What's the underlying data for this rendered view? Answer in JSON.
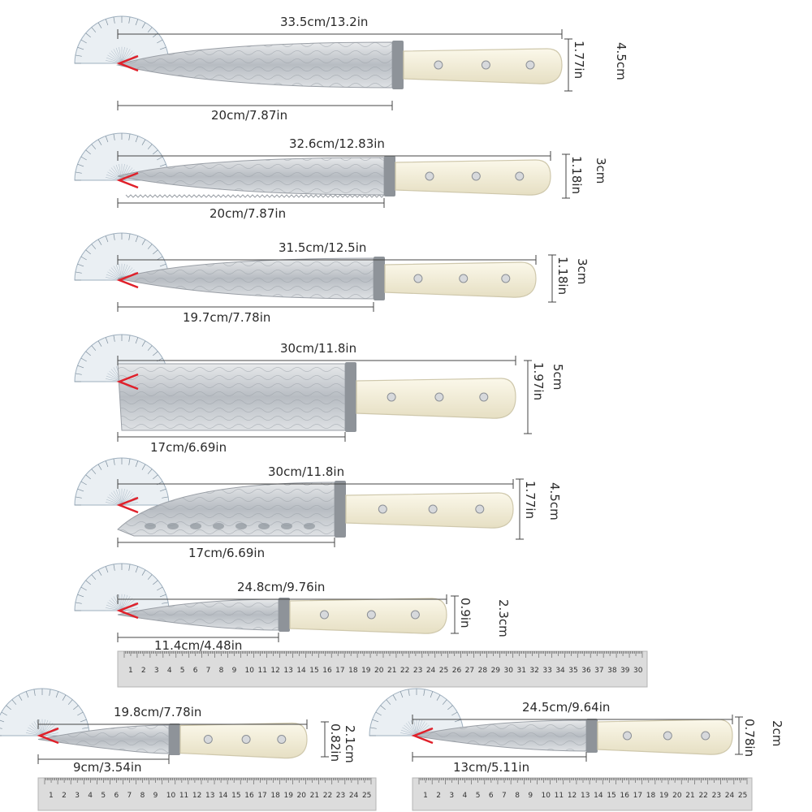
{
  "colors": {
    "blade": "#c9ccd0",
    "blade_dark": "#9a9fa6",
    "handle": "#f3efdc",
    "handle_edge": "#cfc8ac",
    "bolster": "#8e9399",
    "protractor": "#d9e2ea",
    "angle_mark": "#e0202a",
    "ruler": "#dcdcdc"
  },
  "knives": [
    {
      "id": "chef",
      "total": "33.5cm/13.2in",
      "blade": "20cm/7.87in",
      "width_cm": "4.5cm",
      "width_in": "1.77in",
      "style": "chef"
    },
    {
      "id": "bread",
      "total": "32.6cm/12.83in",
      "blade": "20cm/7.87in",
      "width_cm": "3cm",
      "width_in": "1.18in",
      "style": "bread"
    },
    {
      "id": "slicer",
      "total": "31.5cm/12.5in",
      "blade": "19.7cm/7.78in",
      "width_cm": "3cm",
      "width_in": "1.18in",
      "style": "slicer"
    },
    {
      "id": "cleaver",
      "total": "30cm/11.8in",
      "blade": "17cm/6.69in",
      "width_cm": "5cm",
      "width_in": "1.97in",
      "style": "cleaver"
    },
    {
      "id": "santoku",
      "total": "30cm/11.8in",
      "blade": "17cm/6.69in",
      "width_cm": "4.5cm",
      "width_in": "1.77in",
      "style": "santoku"
    },
    {
      "id": "boning",
      "total": "24.8cm/9.76in",
      "blade": "11.4cm/4.48in",
      "width_cm": "2.3cm",
      "width_in": "0.9in",
      "style": "boning"
    },
    {
      "id": "paring",
      "total": "19.8cm/7.78in",
      "blade": "9cm/3.54in",
      "width_cm": "2.1cm",
      "width_in": "0.82in",
      "style": "paring"
    },
    {
      "id": "utility",
      "total": "24.5cm/9.64in",
      "blade": "13cm/5.11in",
      "width_cm": "2cm",
      "width_in": "0.78in",
      "style": "utility"
    }
  ],
  "rulers": [
    {
      "id": "ruler-main",
      "numbers": [
        "1",
        "2",
        "3",
        "4",
        "5",
        "6",
        "7",
        "8",
        "9",
        "10",
        "11",
        "12",
        "13",
        "14",
        "15",
        "16",
        "17",
        "18",
        "19",
        "20",
        "21",
        "22",
        "23",
        "24",
        "25",
        "26",
        "27",
        "28",
        "29",
        "30",
        "31",
        "32",
        "33",
        "34",
        "35",
        "36",
        "37",
        "38",
        "39",
        "30"
      ]
    },
    {
      "id": "ruler-left",
      "numbers": [
        "1",
        "2",
        "3",
        "4",
        "5",
        "6",
        "7",
        "8",
        "9",
        "10",
        "11",
        "12",
        "13",
        "14",
        "15",
        "16",
        "17",
        "18",
        "19",
        "20",
        "21",
        "22",
        "23",
        "24",
        "25"
      ]
    },
    {
      "id": "ruler-right",
      "numbers": [
        "1",
        "2",
        "3",
        "4",
        "5",
        "6",
        "7",
        "8",
        "9",
        "10",
        "11",
        "12",
        "13",
        "14",
        "15",
        "16",
        "17",
        "18",
        "19",
        "20",
        "21",
        "22",
        "23",
        "24",
        "25"
      ]
    }
  ]
}
